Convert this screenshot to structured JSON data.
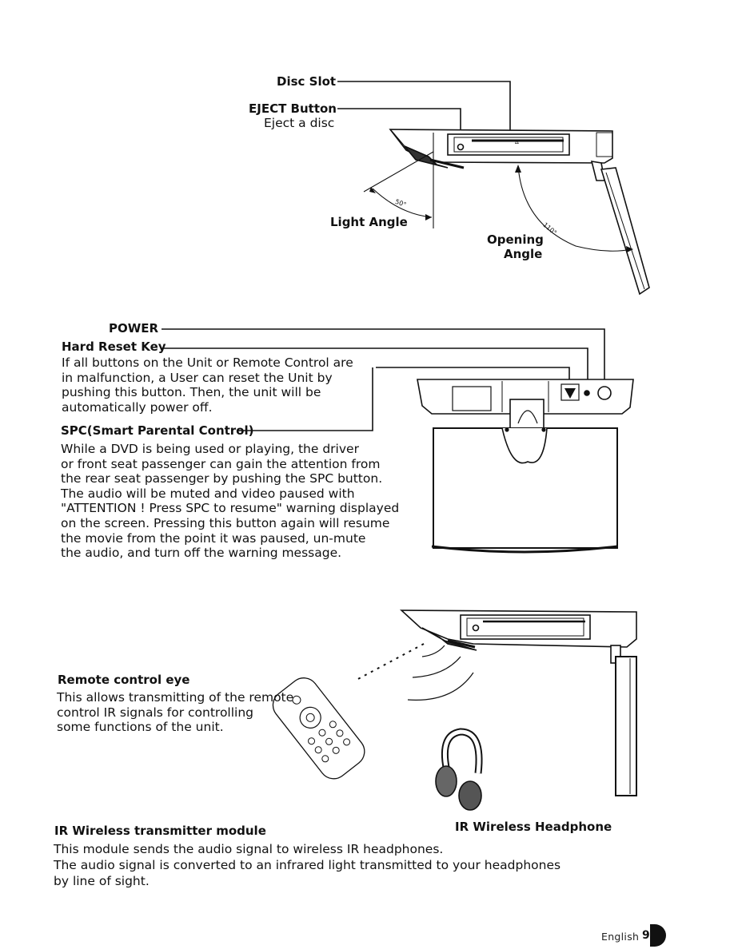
{
  "section1": {
    "disc_slot": "Disc Slot",
    "eject_button": "EJECT Button",
    "eject_desc": "Eject a disc",
    "light_angle": "Light Angle",
    "light_angle_value": "50°",
    "opening_angle_line1": "Opening",
    "opening_angle_line2": "Angle",
    "opening_angle_value": "110°"
  },
  "section2": {
    "power": "POWER",
    "hard_reset": "Hard Reset Key",
    "hard_reset_desc": [
      "If all buttons on the Unit or Remote Control are",
      "in malfunction, a User can reset the Unit by",
      "pushing this button.  Then, the unit will be",
      "automatically power off."
    ],
    "spc_title": "SPC(Smart Parental Control)",
    "spc_desc": [
      "While a DVD is being used or playing, the driver",
      "or front seat passenger can gain the attention from",
      "the rear seat passenger by pushing the SPC button.",
      "The audio will be muted and video paused with",
      "\"ATTENTION ! Press SPC to resume\" warning displayed",
      "on the screen. Pressing this button again will resume",
      "the movie from the point it was paused, un-mute",
      "the audio, and turn off the warning message."
    ]
  },
  "section3": {
    "remote_eye_title": "Remote control eye",
    "remote_eye_desc": [
      "This allows transmitting of the remote",
      "control IR signals for controlling",
      "some functions of the unit."
    ],
    "headphone_label": "IR Wireless Headphone",
    "ir_module_title": "IR Wireless transmitter module",
    "ir_module_desc": [
      "This module sends the audio signal to wireless IR headphones.",
      "The audio signal is converted to an infrared light transmitted to your headphones",
      "by line of sight."
    ]
  },
  "footer": {
    "language": "English",
    "page_number": "9"
  }
}
